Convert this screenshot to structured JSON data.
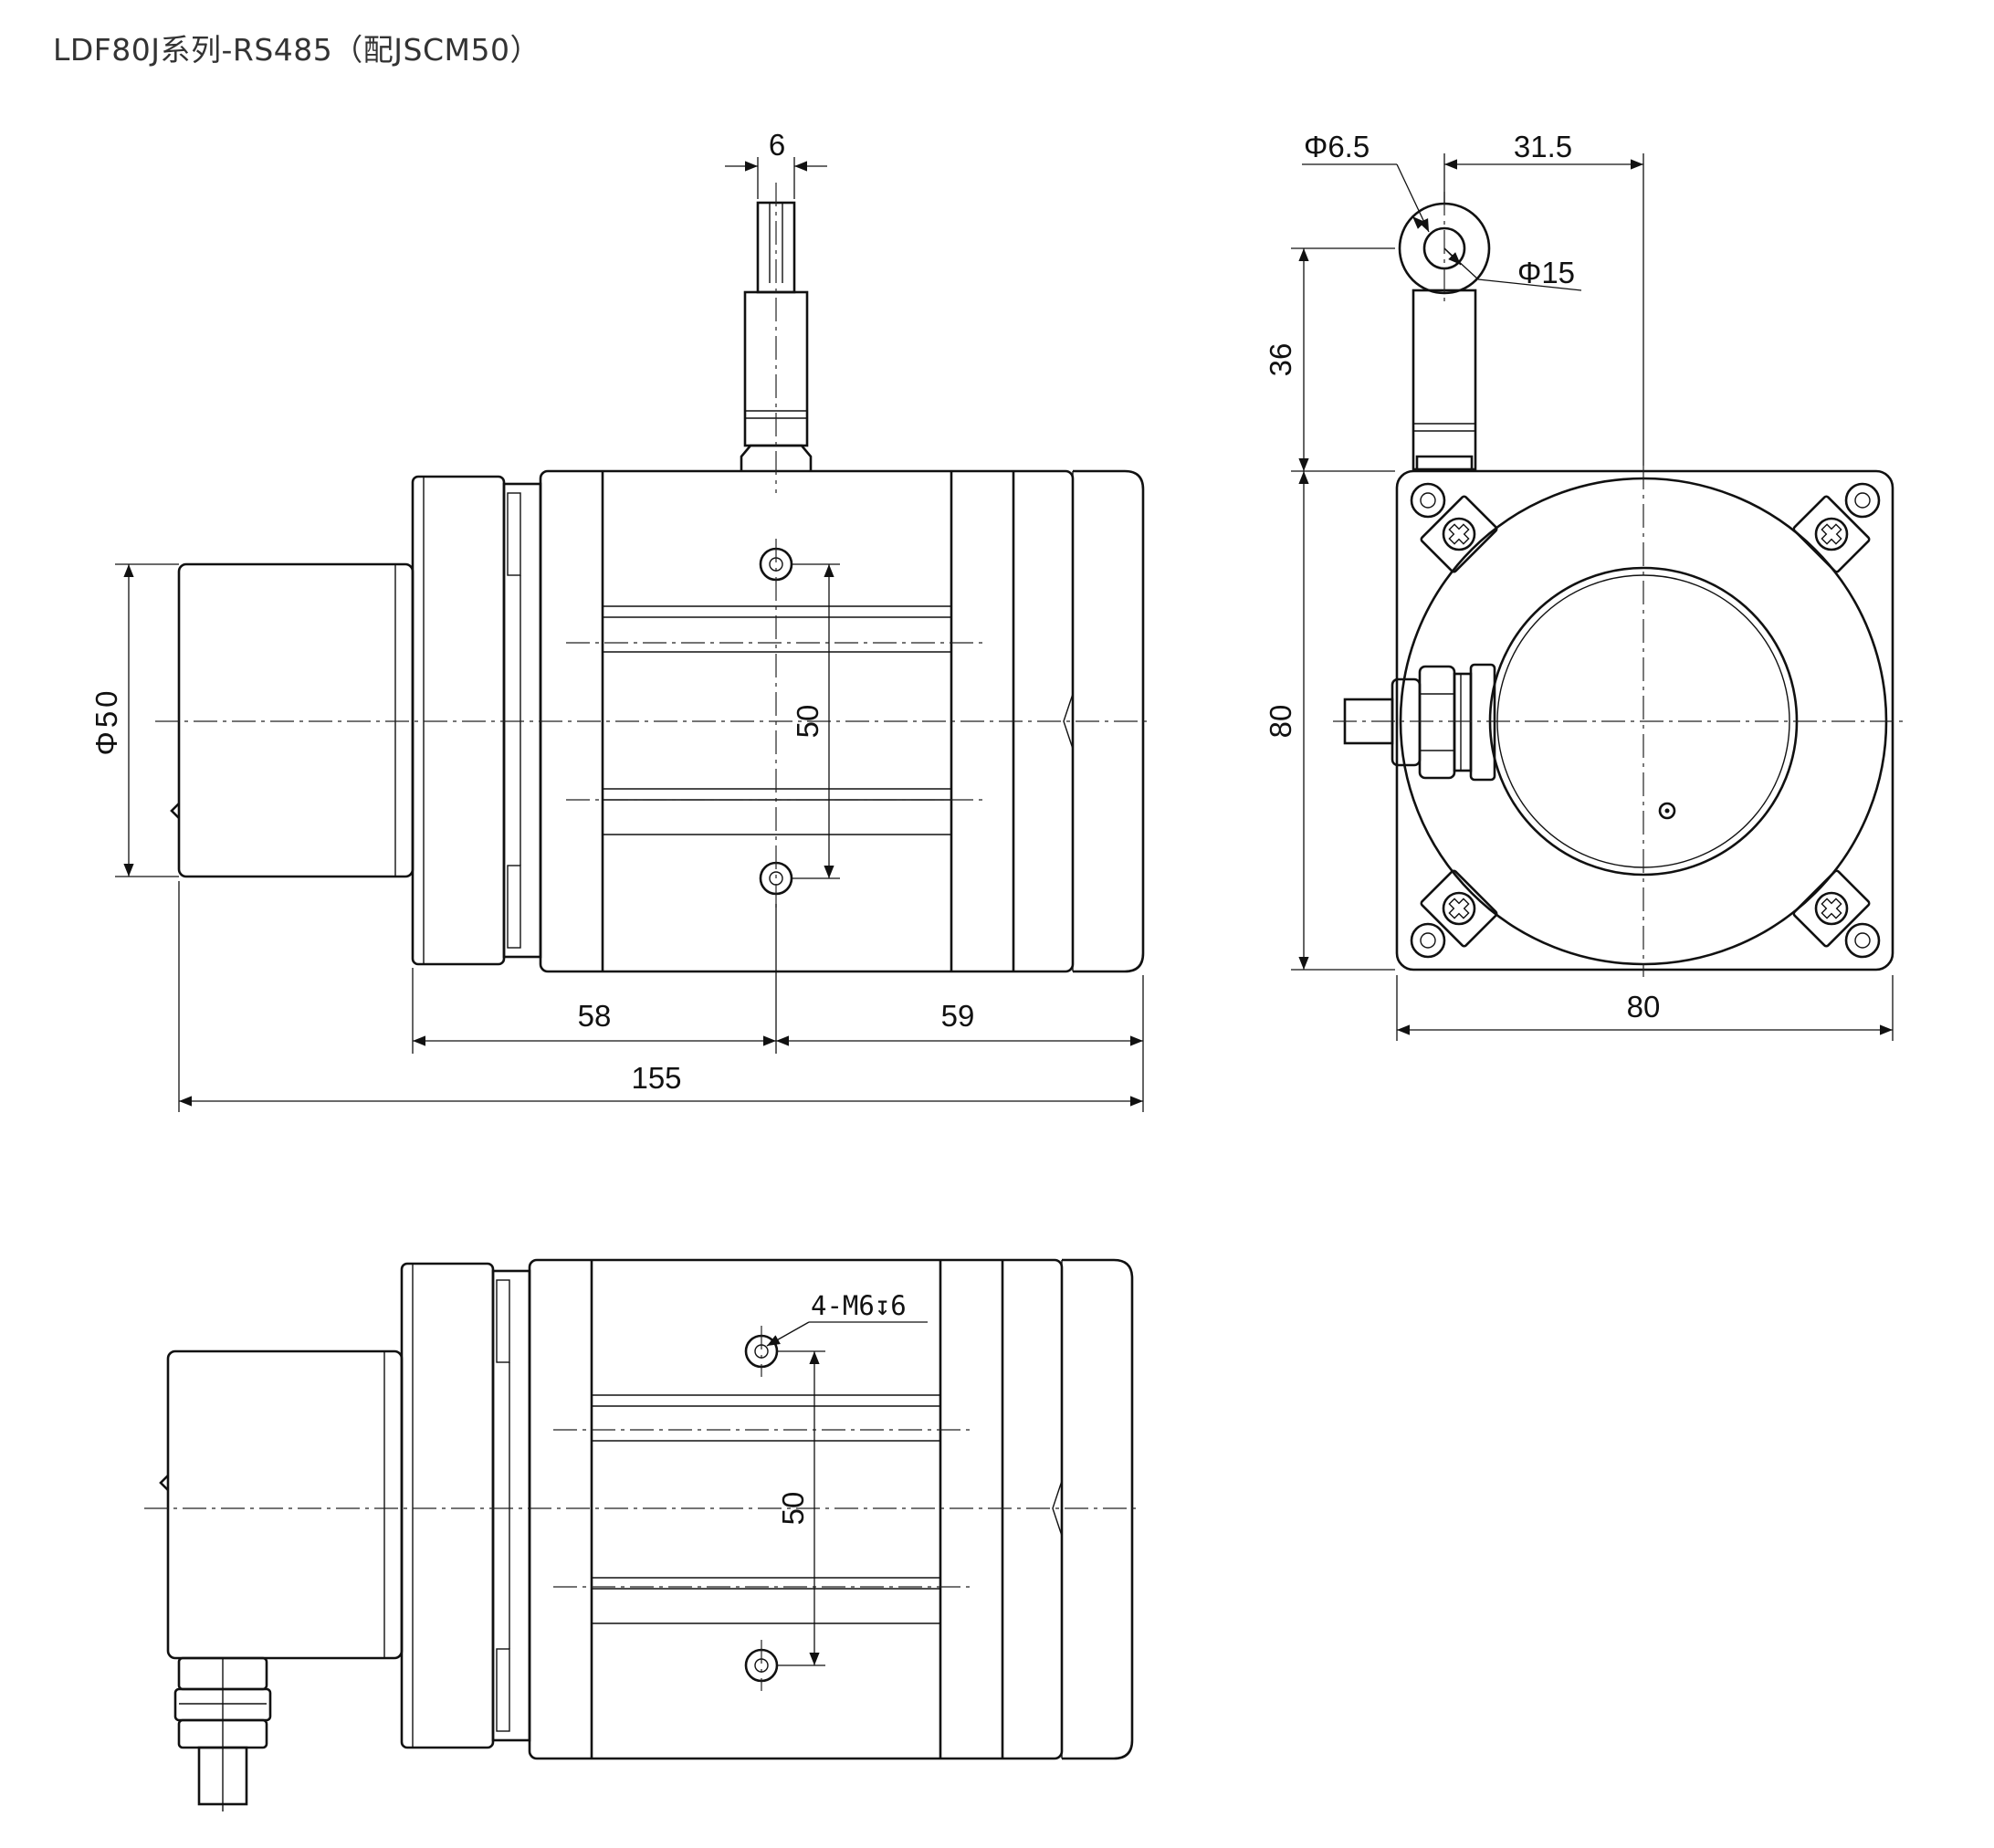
{
  "title": "LDF80J系列-RS485（配JSCM50）",
  "side_view": {
    "dim_clevis_width": "6",
    "dim_housing_diameter": "Φ50",
    "dim_mount_spacing": "50",
    "dim_front_section": "58",
    "dim_rear_section": "59",
    "dim_overall_length": "155"
  },
  "front_view": {
    "dim_hole_diameter": "Φ6.5",
    "dim_eye_diameter": "Φ15",
    "dim_cable_offset": "31.5",
    "dim_cable_height": "36",
    "dim_body_height": "80",
    "dim_body_width": "80"
  },
  "bottom_view": {
    "dim_mount_spacing": "50",
    "note_mount_holes": "4-M6↧6"
  }
}
